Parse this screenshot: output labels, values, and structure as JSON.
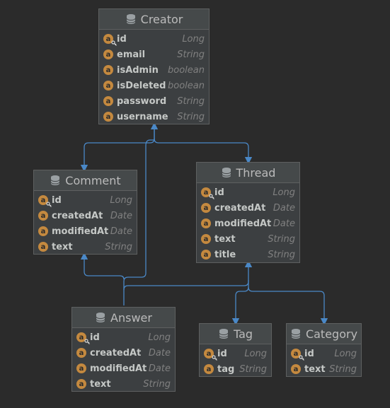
{
  "entities": {
    "creator": {
      "name": "Creator",
      "fields": [
        {
          "name": "id",
          "type": "Long",
          "key": true
        },
        {
          "name": "email",
          "type": "String",
          "key": false
        },
        {
          "name": "isAdmin",
          "type": "boolean",
          "key": false
        },
        {
          "name": "isDeleted",
          "type": "boolean",
          "key": false
        },
        {
          "name": "password",
          "type": "String",
          "key": false
        },
        {
          "name": "username",
          "type": "String",
          "key": false
        }
      ]
    },
    "comment": {
      "name": "Comment",
      "fields": [
        {
          "name": "id",
          "type": "Long",
          "key": true
        },
        {
          "name": "createdAt",
          "type": "Date",
          "key": false
        },
        {
          "name": "modifiedAt",
          "type": "Date",
          "key": false
        },
        {
          "name": "text",
          "type": "String",
          "key": false
        }
      ]
    },
    "thread": {
      "name": "Thread",
      "fields": [
        {
          "name": "id",
          "type": "Long",
          "key": true
        },
        {
          "name": "createdAt",
          "type": "Date",
          "key": false
        },
        {
          "name": "modifiedAt",
          "type": "Date",
          "key": false
        },
        {
          "name": "text",
          "type": "String",
          "key": false
        },
        {
          "name": "title",
          "type": "String",
          "key": false
        }
      ]
    },
    "answer": {
      "name": "Answer",
      "fields": [
        {
          "name": "id",
          "type": "Long",
          "key": true
        },
        {
          "name": "createdAt",
          "type": "Date",
          "key": false
        },
        {
          "name": "modifiedAt",
          "type": "Date",
          "key": false
        },
        {
          "name": "text",
          "type": "String",
          "key": false
        }
      ]
    },
    "tag": {
      "name": "Tag",
      "fields": [
        {
          "name": "id",
          "type": "Long",
          "key": true
        },
        {
          "name": "tag",
          "type": "String",
          "key": false
        }
      ]
    },
    "category": {
      "name": "Category",
      "fields": [
        {
          "name": "id",
          "type": "Long",
          "key": true
        },
        {
          "name": "text",
          "type": "String",
          "key": false
        }
      ]
    }
  },
  "field_icon_letter": "a",
  "icons": {
    "entity": "database-icon",
    "field": "attribute-icon",
    "key": "key-icon"
  },
  "colors": {
    "background": "#2b2b2b",
    "entity_fill": "#3c3f41",
    "field_icon": "#c4893f",
    "connector": "#4a88c7"
  }
}
